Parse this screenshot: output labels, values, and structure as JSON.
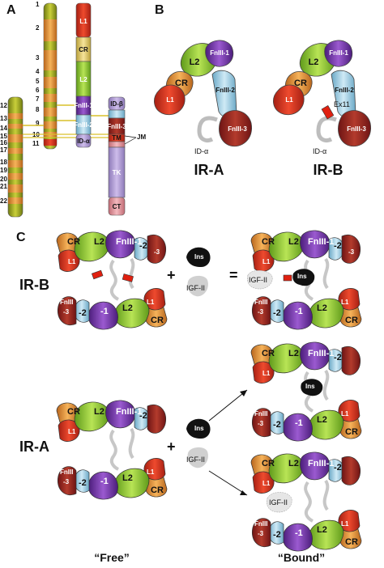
{
  "panels": [
    "A",
    "B",
    "C"
  ],
  "gene": {
    "exons": [
      "1",
      "2",
      "3",
      "4",
      "5",
      "6",
      "7",
      "8",
      "9",
      "10",
      "11",
      "12",
      "13",
      "14",
      "15",
      "16",
      "17",
      "18",
      "19",
      "20",
      "21",
      "22"
    ],
    "domains": [
      "L1",
      "CR",
      "L2",
      "FnIII-1",
      "FnIII-2",
      "ID-α",
      "ID-β",
      "FnIII-3",
      "TM",
      "JM",
      "TK",
      "CT"
    ]
  },
  "isoforms": {
    "ira": "IR-A",
    "irb": "IR-B",
    "id_alpha": "ID-α",
    "ex11": "Ex11"
  },
  "domain_labels": {
    "cr": "CR",
    "l1": "L1",
    "l2": "L2",
    "fn1": "FnIII-1",
    "fn2": "FnIII-2",
    "fn3": "FnIII-3",
    "m1": "-1",
    "m2": "-2",
    "m3": "-3",
    "fn": "FnIII"
  },
  "ligands": {
    "ins": "Ins",
    "igf": "IGF-II"
  },
  "operators": {
    "plus": "+",
    "equals": "="
  },
  "captions": {
    "free": "“Free”",
    "bound": "“Bound”"
  }
}
